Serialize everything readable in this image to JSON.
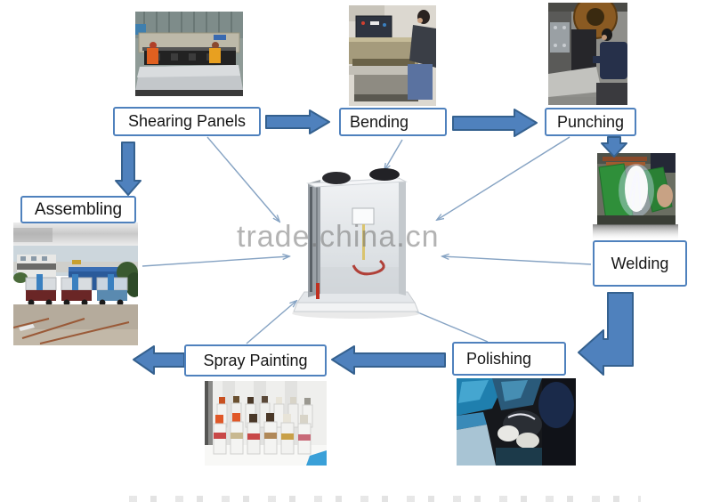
{
  "diagram": {
    "watermark": "trade.china.cn",
    "steps": {
      "shearing": "Shearing Panels",
      "bending": "Bending",
      "punching": "Punching",
      "welding": "Welding",
      "polishing": "Polishing",
      "spray_painting": "Spray Painting",
      "assembling": "Assembling"
    },
    "colors": {
      "accent_blue": "#4f81bd",
      "arrow_outline": "#35618f",
      "connector_blue": "#86a3c3",
      "box_border": "#4f81bd",
      "watermark_gray": "#6e6e6e"
    },
    "photos": {
      "shearing": "shearing-machine-photo",
      "bending": "bending-machine-photo",
      "punching": "punching-machine-photo",
      "welding": "welding-process-photo",
      "polishing": "polishing-process-photo",
      "spray_painting": "spray-paint-cans-photo",
      "assembling": "assembled-units-yard-photo",
      "center": "finished-product-cabinet"
    }
  }
}
